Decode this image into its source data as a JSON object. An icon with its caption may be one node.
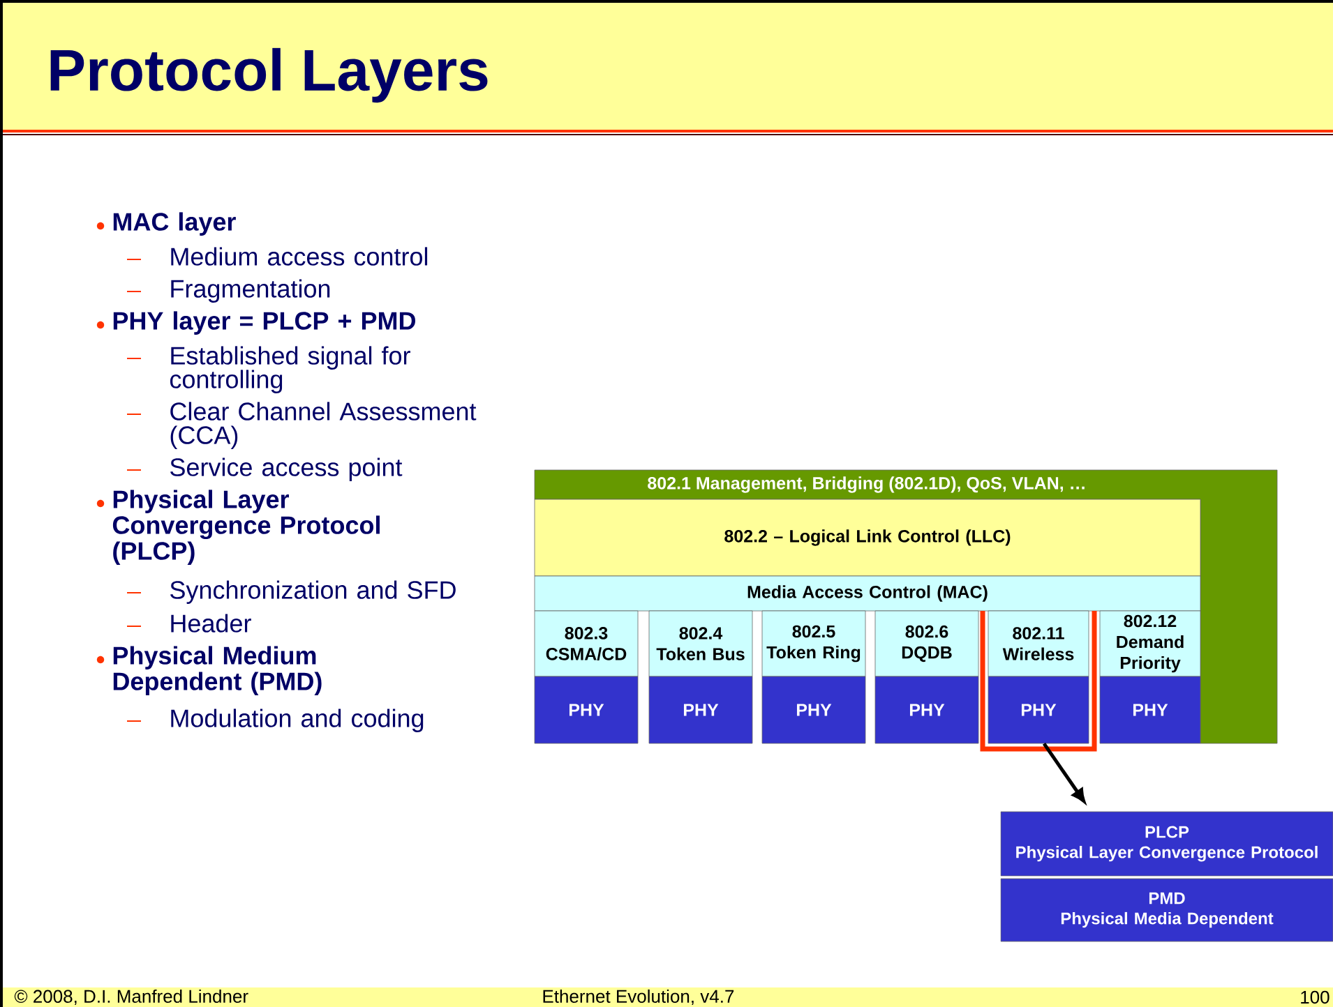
{
  "diagram": {
    "title": "Protocol Layers",
    "nodes": [
      {
        "text": [
          "802.1 Management, Bridging (802.1D), QoS, VLAN, …"
        ]
      },
      {
        "text": [
          "802.2 – Logical Link Control (LLC)"
        ]
      },
      {
        "text": [
          "Media Access Control (MAC)"
        ]
      },
      {
        "text": [
          "802.3",
          "CSMA/CD"
        ]
      },
      {
        "text": [
          "802.4",
          "Token Bus"
        ]
      },
      {
        "text": [
          "802.5",
          "Token Ring"
        ]
      },
      {
        "text": [
          "802.6",
          "DQDB"
        ]
      },
      {
        "text": [
          "802.11",
          "Wireless"
        ]
      },
      {
        "text": [
          "802.12",
          "Demand Priority"
        ]
      },
      {
        "text": [
          "PHY"
        ]
      },
      {
        "text": [
          "PHY"
        ]
      },
      {
        "text": [
          "PHY"
        ]
      },
      {
        "text": [
          "PHY"
        ]
      },
      {
        "text": [
          "PHY"
        ]
      },
      {
        "text": [
          "PHY"
        ]
      },
      {
        "text": [
          "PLCP",
          "Physical Layer Convergence Protocol"
        ]
      },
      {
        "text": [
          "PMD",
          "Physical Media Dependent"
        ]
      }
    ],
    "edges": [
      {
        "from": 13,
        "to": 15,
        "arrow": "to"
      }
    ],
    "labels": [
      "MAC layer",
      "Medium access control",
      "Fragmentation",
      "PHY layer = PLCP + PMD",
      "Established signal for controlling",
      "Clear Channel Assessment (CCA)",
      "Service access point",
      "Physical Layer Convergence Protocol (PLCP)",
      "Synchronization and SFD",
      "Header",
      "Physical Medium Dependent (PMD)",
      "Modulation and coding",
      "© 2008, D.I. Manfred Lindner",
      "Ethernet Evolution, v4.7",
      "100"
    ]
  }
}
